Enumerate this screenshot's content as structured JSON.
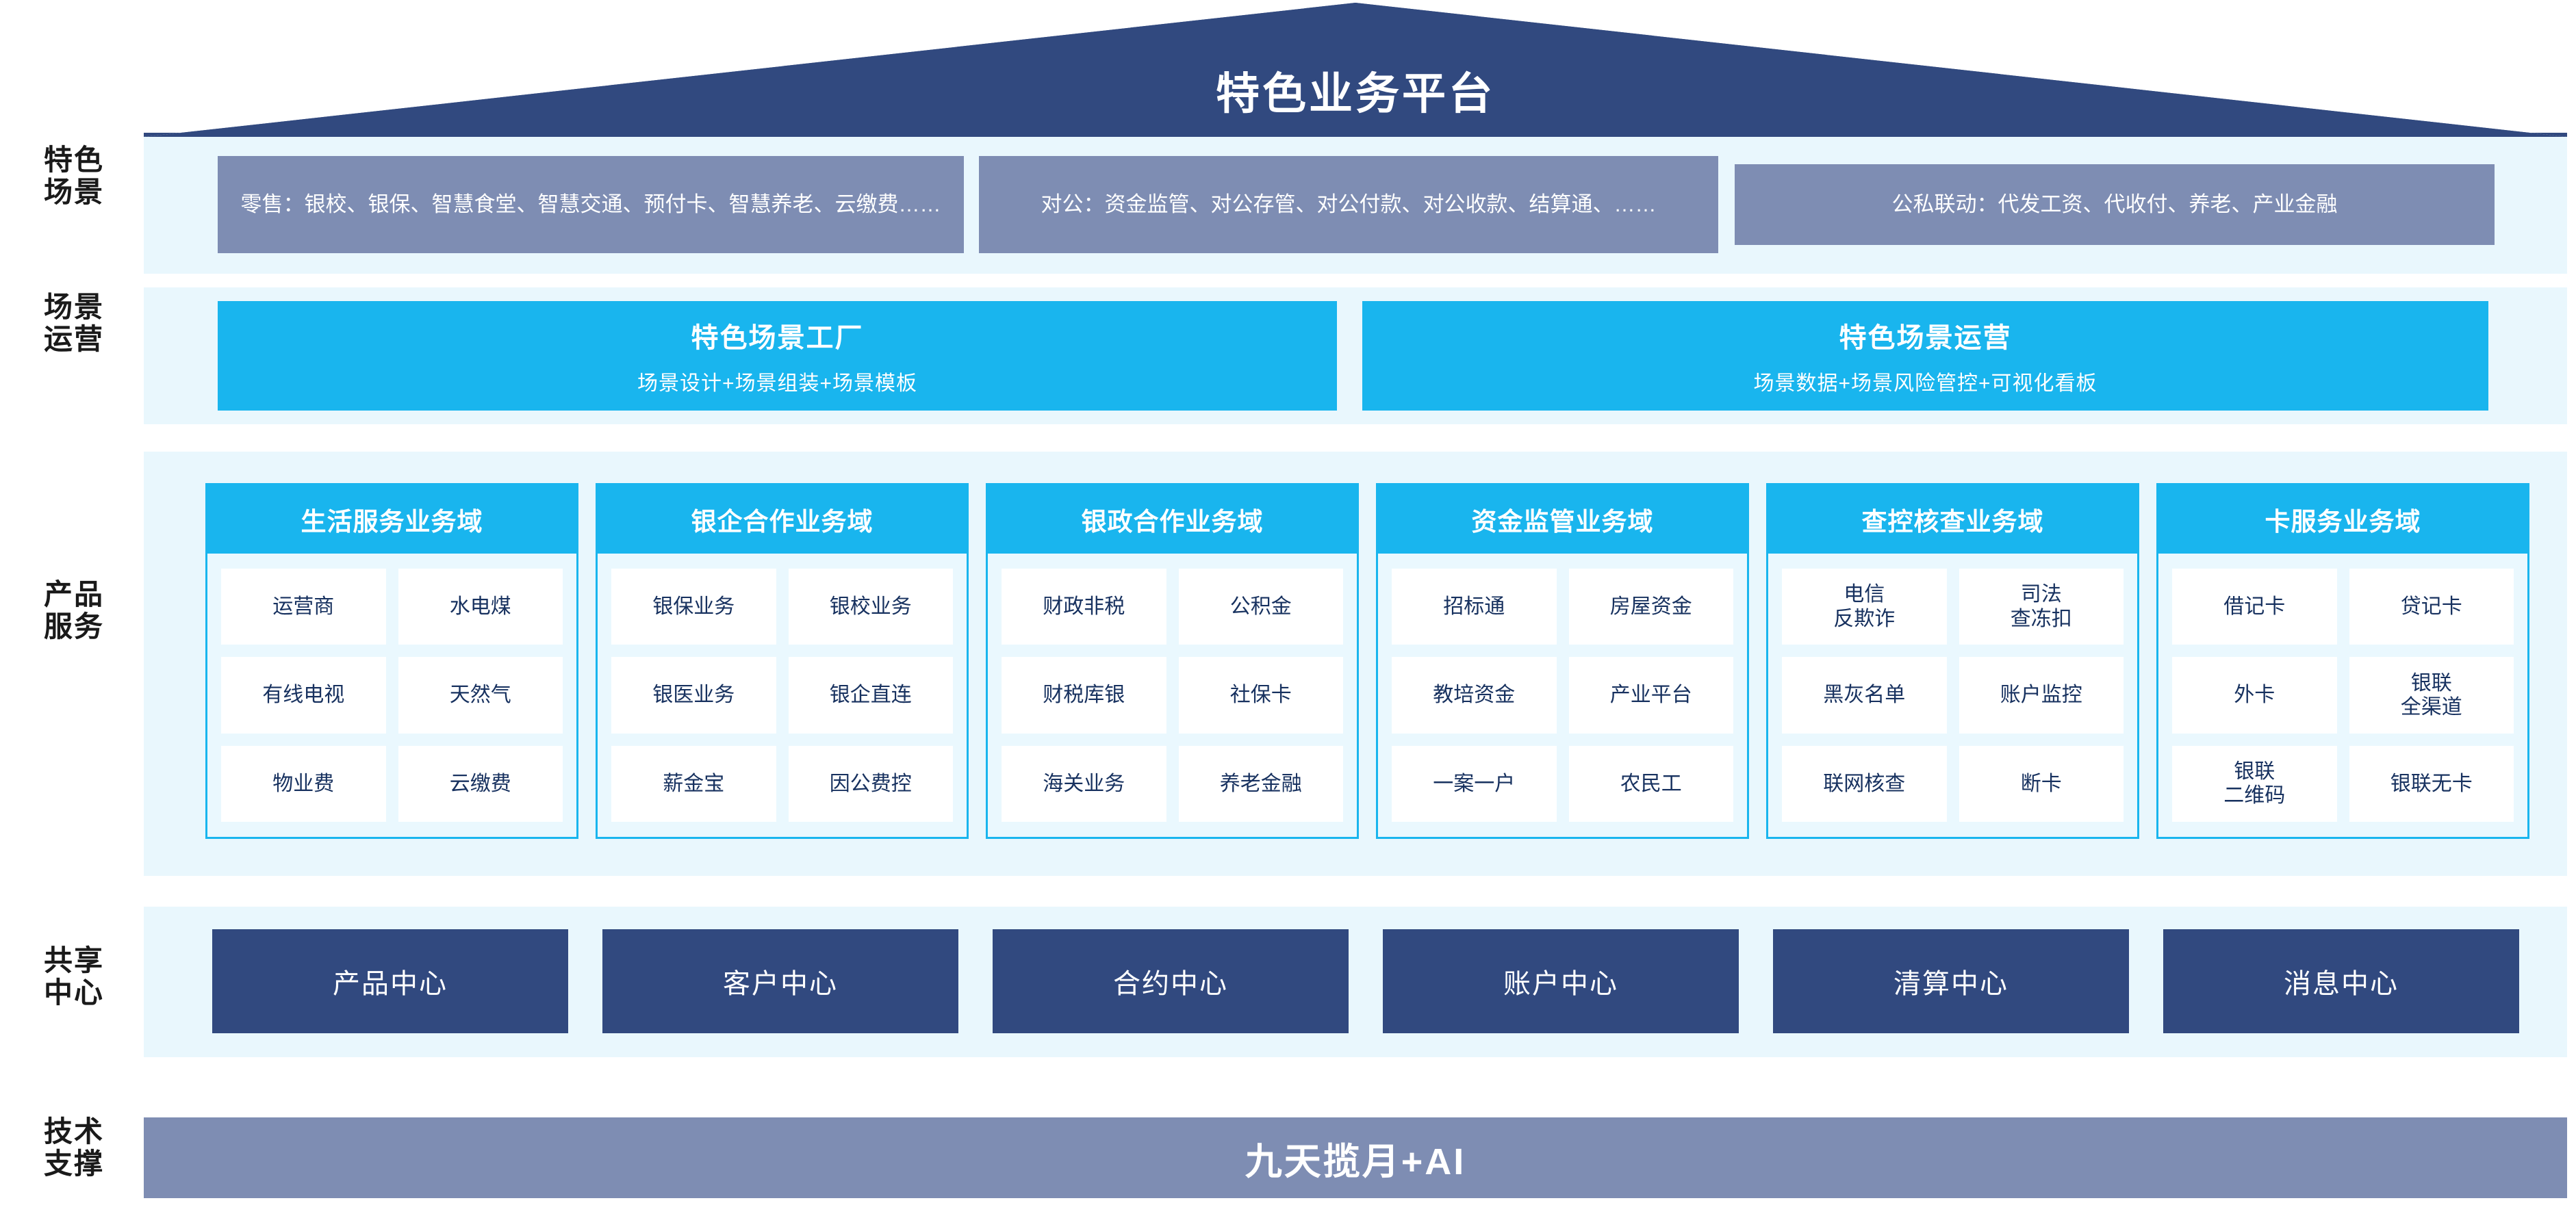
{
  "title": "特色业务平台",
  "row_labels": {
    "scenarios": "特色\n场景",
    "operations": "场景\n运营",
    "products": "产品\n服务",
    "shared": "共享\n中心",
    "tech": "技术\n支撑"
  },
  "scenarios": [
    {
      "name": "retail",
      "text": "零售：银校、银保、智慧食堂、智慧交通、预付卡、智慧养老、云缴费……"
    },
    {
      "name": "corporate",
      "text": "对公：资金监管、对公存管、对公付款、对公收款、结算通、……"
    },
    {
      "name": "public-private",
      "text": "公私联动：代发工资、代收付、养老、产业金融"
    }
  ],
  "operations": [
    {
      "name": "scene-factory",
      "title": "特色场景工厂",
      "subtitle": "场景设计+场景组装+场景模板"
    },
    {
      "name": "scene-operation",
      "title": "特色场景运营",
      "subtitle": "场景数据+场景风险管控+可视化看板"
    }
  ],
  "domains": [
    {
      "name": "life-service",
      "title": "生活服务业务域",
      "items": [
        "运营商",
        "水电煤",
        "有线电视",
        "天然气",
        "物业费",
        "云缴费"
      ]
    },
    {
      "name": "bank-enterprise",
      "title": "银企合作业务域",
      "items": [
        "银保业务",
        "银校业务",
        "银医业务",
        "银企直连",
        "薪金宝",
        "因公费控"
      ]
    },
    {
      "name": "bank-government",
      "title": "银政合作业务域",
      "items": [
        "财政非税",
        "公积金",
        "财税库银",
        "社保卡",
        "海关业务",
        "养老金融"
      ]
    },
    {
      "name": "fund-supervision",
      "title": "资金监管业务域",
      "items": [
        "招标通",
        "房屋资金",
        "教培资金",
        "产业平台",
        "一案一户",
        "农民工"
      ]
    },
    {
      "name": "inquiry-control",
      "title": "查控核查业务域",
      "items": [
        "电信\n反欺诈",
        "司法\n查冻扣",
        "黑灰名单",
        "账户监控",
        "联网核查",
        "断卡"
      ]
    },
    {
      "name": "card-service",
      "title": "卡服务业务域",
      "items": [
        "借记卡",
        "贷记卡",
        "外卡",
        "银联\n全渠道",
        "银联\n二维码",
        "银联无卡"
      ]
    }
  ],
  "shared_centers": [
    {
      "name": "product-center",
      "label": "产品中心"
    },
    {
      "name": "customer-center",
      "label": "客户中心"
    },
    {
      "name": "contract-center",
      "label": "合约中心"
    },
    {
      "name": "account-center",
      "label": "账户中心"
    },
    {
      "name": "settlement-center",
      "label": "清算中心"
    },
    {
      "name": "message-center",
      "label": "消息中心"
    }
  ],
  "tech_support": {
    "label": "九天揽月+AI"
  },
  "colors": {
    "navy": "#31497f",
    "slate": "#7e8db3",
    "cyan": "#19b5ee",
    "band": "#e9f7fd",
    "cell_text": "#17315f"
  }
}
